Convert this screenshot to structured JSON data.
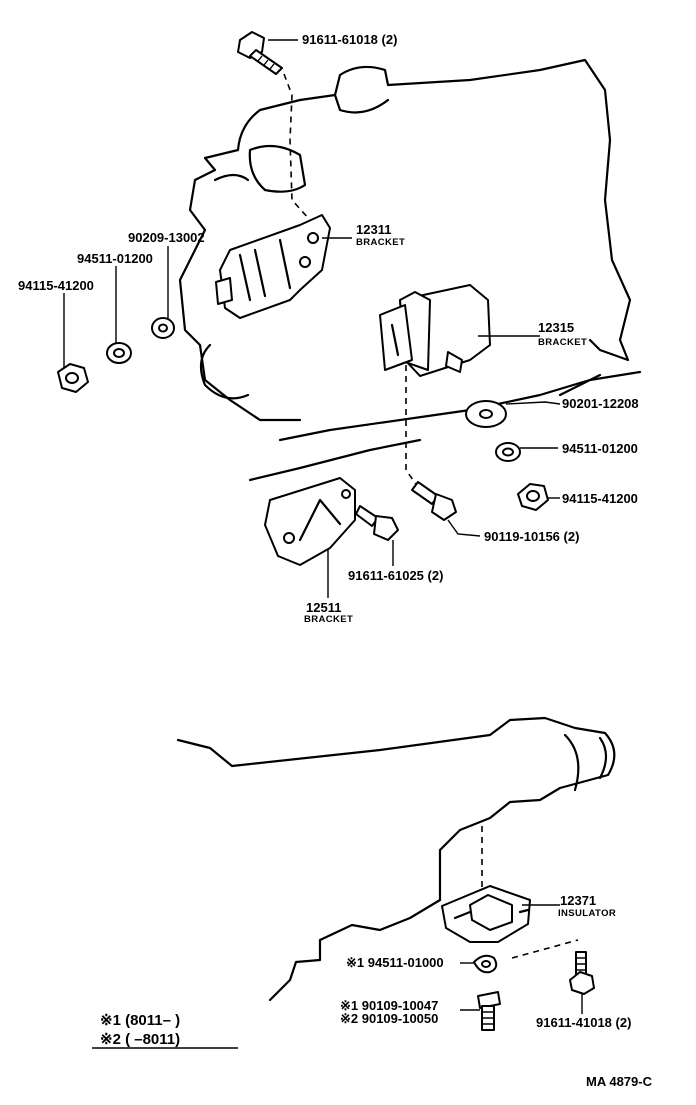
{
  "labels": {
    "bolt_top": "91611-61018 (2)",
    "washer_left": "90209-13002",
    "lock_left": "94511-01200",
    "nut_left": "94115-41200",
    "bracket_12311": "12311",
    "bracket_12311_desc": "BRACKET",
    "bracket_12315": "12315",
    "bracket_12315_desc": "BRACKET",
    "washer_right": "90201-12208",
    "lock_right": "94511-01200",
    "nut_right": "94115-41200",
    "bolt_right": "90119-10156 (2)",
    "bolt_mid": "91611-61025 (2)",
    "bracket_12511": "12511",
    "bracket_12511_desc": "BRACKET",
    "insulator_12371": "12371",
    "insulator_12371_desc": "INSULATOR",
    "lock_bottom": "※1 94511-01000",
    "bolt_bottom_1": "※1 90109-10047",
    "bolt_bottom_2": "※2 90109-10050",
    "bolt_bottom_right": "91611-41018 (2)"
  },
  "notes": {
    "line1": "※1 (8011–        )",
    "line2": "※2 (        –8011)"
  },
  "figure_code": "MA 4879-C"
}
